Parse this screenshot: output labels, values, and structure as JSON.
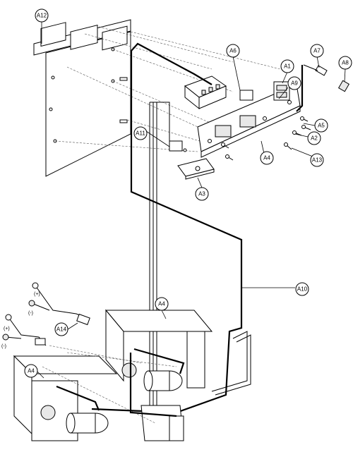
{
  "callouts": {
    "a1": "A1",
    "a2": "A2",
    "a3": "A3",
    "a4_top": "A4",
    "a4_mid": "A4",
    "a4_bot": "A4",
    "a5": "A5",
    "a6": "A6",
    "a7": "A7",
    "a8": "A8",
    "a9": "A9",
    "a10": "A10",
    "a11": "A11",
    "a12": "A12",
    "a13": "A13",
    "a14": "A14"
  },
  "polarity": {
    "upper_pos": "(+)",
    "upper_neg": "(-)",
    "lower_pos": "(+)",
    "lower_neg": "(-)"
  },
  "colors": {
    "line": "#000000",
    "background": "#ffffff",
    "fill_grey": "#e8e8e8"
  }
}
